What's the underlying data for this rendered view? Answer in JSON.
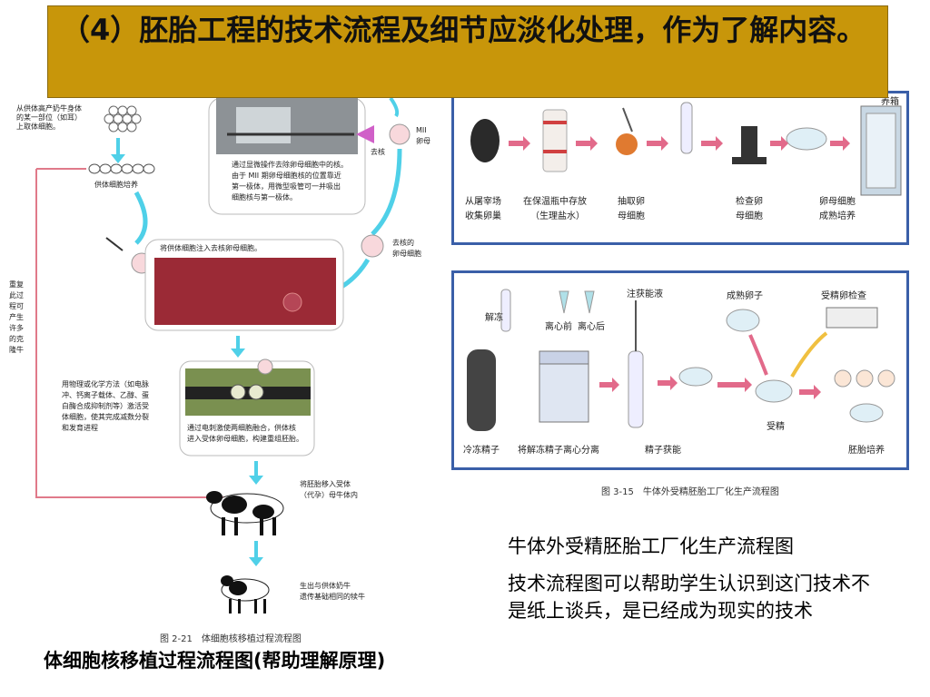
{
  "title": "（4）胚胎工程的技术流程及细节应淡化处理，作为了解内容。",
  "left_figure": {
    "step_source": "从供体高产奶牛身体的某一部位（如耳）上取体细胞。",
    "step_culture": "供体细胞培养",
    "step_enucleate_note": "通过显微操作去除卵母细胞中的核。由于MII期卵母细胞核的位置靠近第一极体，用微型吸管可一并吸出细胞核与第一极体。",
    "label_mii": "MII卵母",
    "label_remove": "去核",
    "label_enucleated": "去核的卵母细胞",
    "step_inject": "将供体细胞注入去核卵母细胞。",
    "side_note": "重复此过程可产生许多的克隆牛",
    "step_fusion": "用物理或化学方法（如电脉冲、钙离子载体、乙醇、蛋白酶合成抑制剂等）激活受体细胞，使其完成减数分裂和发育进程",
    "step_electro": "通过电刺激使两细胞融合，供体核进入受体卵母细胞，构建重组胚胎。",
    "step_transfer": "将胚胎移入受体（代孕）母牛体内",
    "step_birth": "生出与供体奶牛遗传基础相同的犊牛",
    "fig_caption": "图 2-21　体细胞核移植过程流程图"
  },
  "right_top": {
    "labels": [
      "从屠宰场收集卵巢",
      "在保温瓶中存放（生理盐水）",
      "抽取卵母细胞",
      "检查卵母细胞",
      "卵母细胞成熟培养"
    ],
    "corner": "养箱"
  },
  "right_bottom": {
    "labels_top": [
      "解冻",
      "离心前",
      "离心后",
      "注获能液",
      "成熟卵子",
      "受精卵检查"
    ],
    "labels_bottom": [
      "冷冻精子",
      "将解冻精子离心分离",
      "精子获能",
      "受精",
      "胚胎培养"
    ],
    "fig_caption": "图 3-15　牛体外受精胚胎工厂化生产流程图"
  },
  "caption_right": "牛体外受精胚胎工厂化生产流程图",
  "paragraph": "技术流程图可以帮助学生认识到这门技术不是纸上谈兵，是已经成为现实的技术",
  "caption_left": "体细胞核移植过程流程图(帮助理解原理)"
}
